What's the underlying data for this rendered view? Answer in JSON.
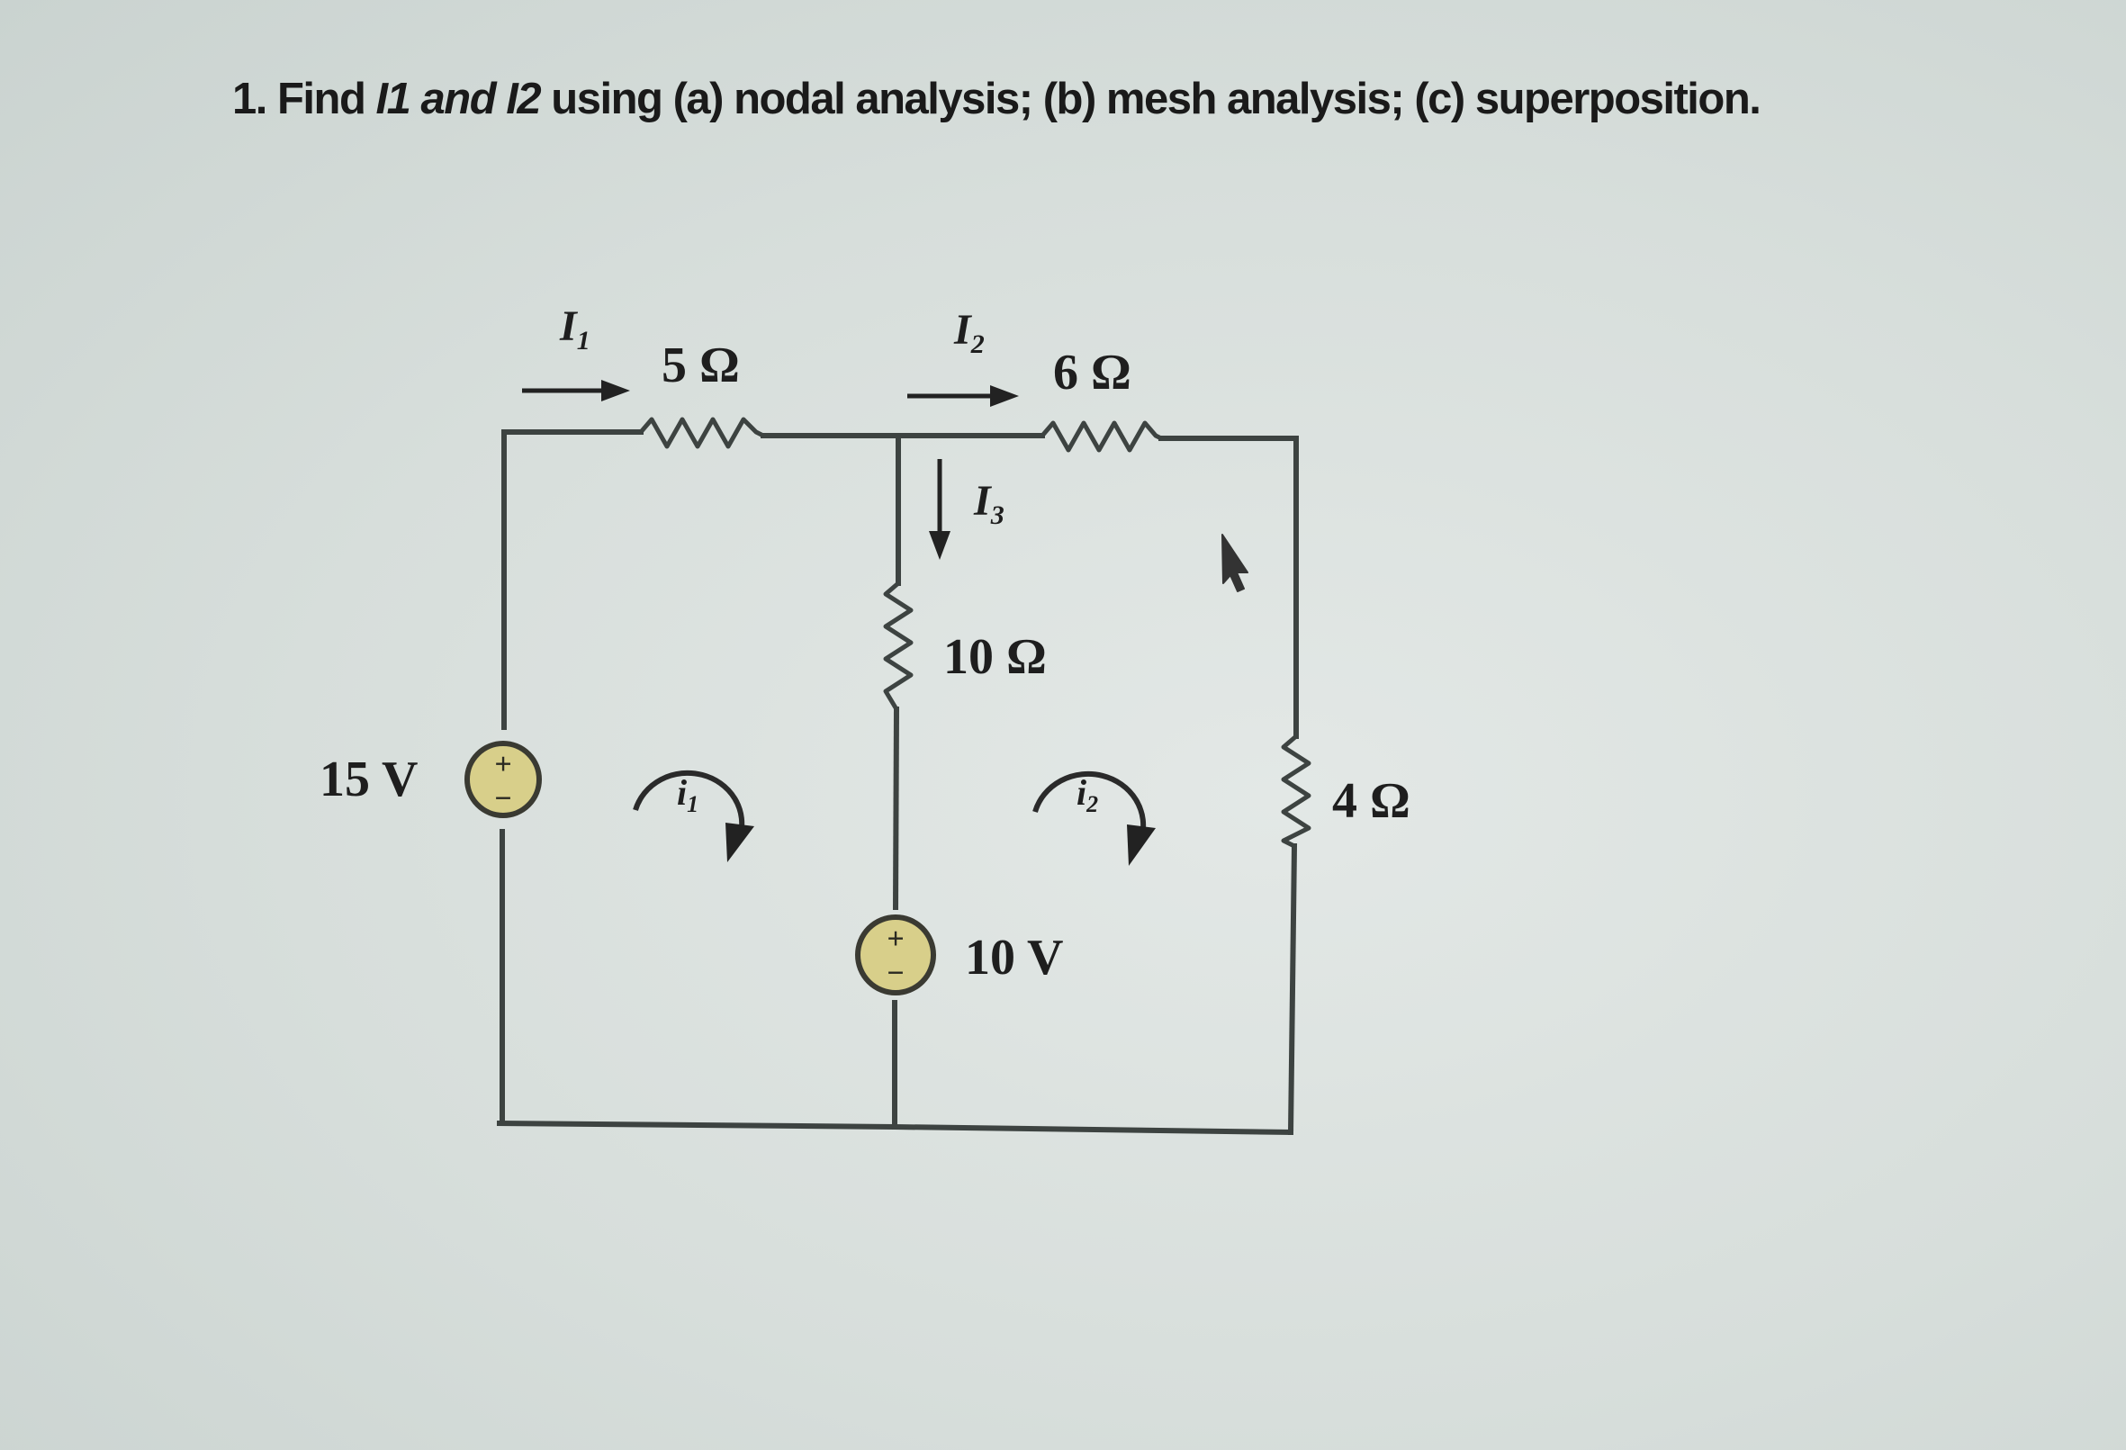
{
  "problem": {
    "number": "1.",
    "find": "Find",
    "var1": "I1",
    "and": "and",
    "var2": "I2",
    "rest": "using (a) nodal analysis; (b) mesh analysis; (c) superposition."
  },
  "circuit": {
    "resistors": {
      "r5": "5 Ω",
      "r6": "6 Ω",
      "r10": "10 Ω",
      "r4": "4 Ω"
    },
    "sources": {
      "left": "15 V",
      "middle": "10 V",
      "plus": "+",
      "minus": "−"
    },
    "branch_currents": {
      "i1_main": "I",
      "i1_sub": "1",
      "i2_main": "I",
      "i2_sub": "2",
      "i3_main": "I",
      "i3_sub": "3"
    },
    "mesh_currents": {
      "m1_main": "i",
      "m1_sub": "1",
      "m2_main": "i",
      "m2_sub": "2"
    },
    "colors": {
      "wire": "#3d4341",
      "source_fill": "#d8cf8a",
      "background": "#d7dedb"
    },
    "cursor_icon": "arrow-cursor"
  }
}
